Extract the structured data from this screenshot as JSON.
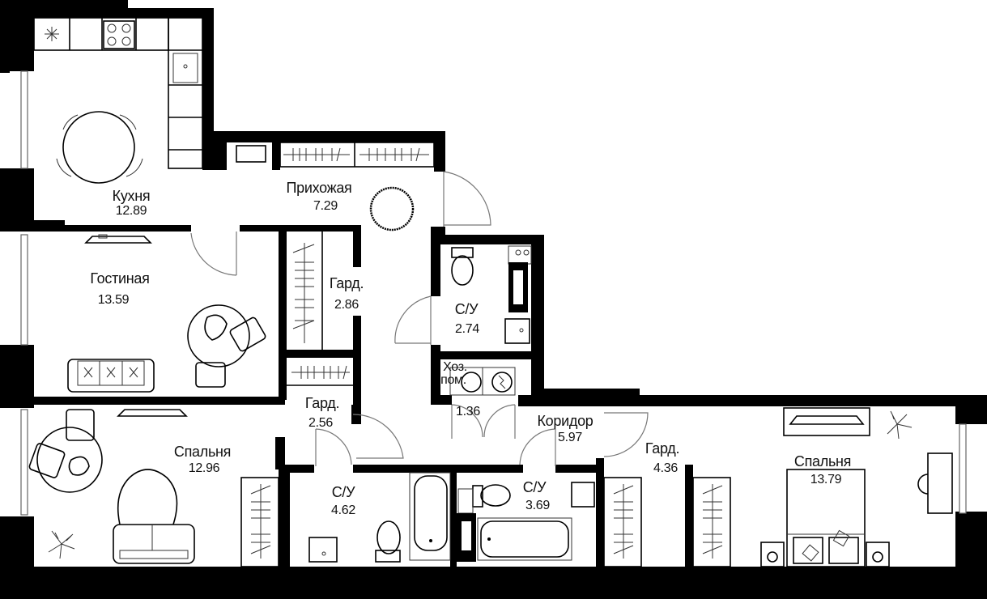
{
  "plan": {
    "unit": "m²",
    "rooms": [
      {
        "id": "kitchen",
        "name": "Кухня",
        "area": "12.89"
      },
      {
        "id": "hallway",
        "name": "Прихожая",
        "area": "7.29"
      },
      {
        "id": "living",
        "name": "Гостиная",
        "area": "13.59"
      },
      {
        "id": "wardrobe1",
        "name": "Гард.",
        "area": "2.86"
      },
      {
        "id": "bath1",
        "name": "С/У",
        "area": "2.74"
      },
      {
        "id": "utility",
        "name_line1": "Хоз.",
        "name_line2": "пом.",
        "area": "1.36"
      },
      {
        "id": "wardrobe2",
        "name": "Гард.",
        "area": "2.56"
      },
      {
        "id": "corridor",
        "name": "Коридор",
        "area": "5.97"
      },
      {
        "id": "bedroom1",
        "name": "Спальня",
        "area": "12.96"
      },
      {
        "id": "bath2",
        "name": "С/У",
        "area": "4.62"
      },
      {
        "id": "bath3",
        "name": "С/У",
        "area": "3.69"
      },
      {
        "id": "wardrobe3",
        "name": "Гард.",
        "area": "4.36"
      },
      {
        "id": "bedroom2",
        "name": "Спальня",
        "area": "13.79"
      }
    ],
    "colors": {
      "wall": "#000000",
      "background": "#ffffff",
      "door": "#777777",
      "furniture": "#000000"
    }
  }
}
